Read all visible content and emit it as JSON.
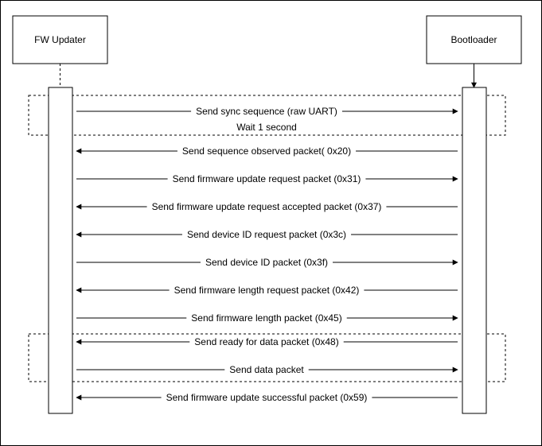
{
  "participants": {
    "left": "FW Updater",
    "right": "Bootloader"
  },
  "messages": [
    {
      "label": "Send sync sequence (raw UART)",
      "direction": "right"
    },
    {
      "label": "Wait 1 second",
      "direction": "none"
    },
    {
      "label": "Send sequence observed packet( 0x20)",
      "direction": "left"
    },
    {
      "label": "Send firmware update request packet (0x31)",
      "direction": "right"
    },
    {
      "label": "Send firmware update request accepted packet  (0x37)",
      "direction": "left"
    },
    {
      "label": "Send device ID request packet (0x3c)",
      "direction": "left"
    },
    {
      "label": "Send device ID packet (0x3f)",
      "direction": "right"
    },
    {
      "label": "Send firmware length request packet (0x42)",
      "direction": "left"
    },
    {
      "label": "Send firmware length packet (0x45)",
      "direction": "right"
    },
    {
      "label": "Send ready for data packet (0x48)",
      "direction": "left"
    },
    {
      "label": "Send data packet",
      "direction": "right"
    },
    {
      "label": "Send firmware update successful packet (0x59)",
      "direction": "left"
    }
  ],
  "colors": {
    "line": "#000000",
    "background": "#ffffff"
  }
}
